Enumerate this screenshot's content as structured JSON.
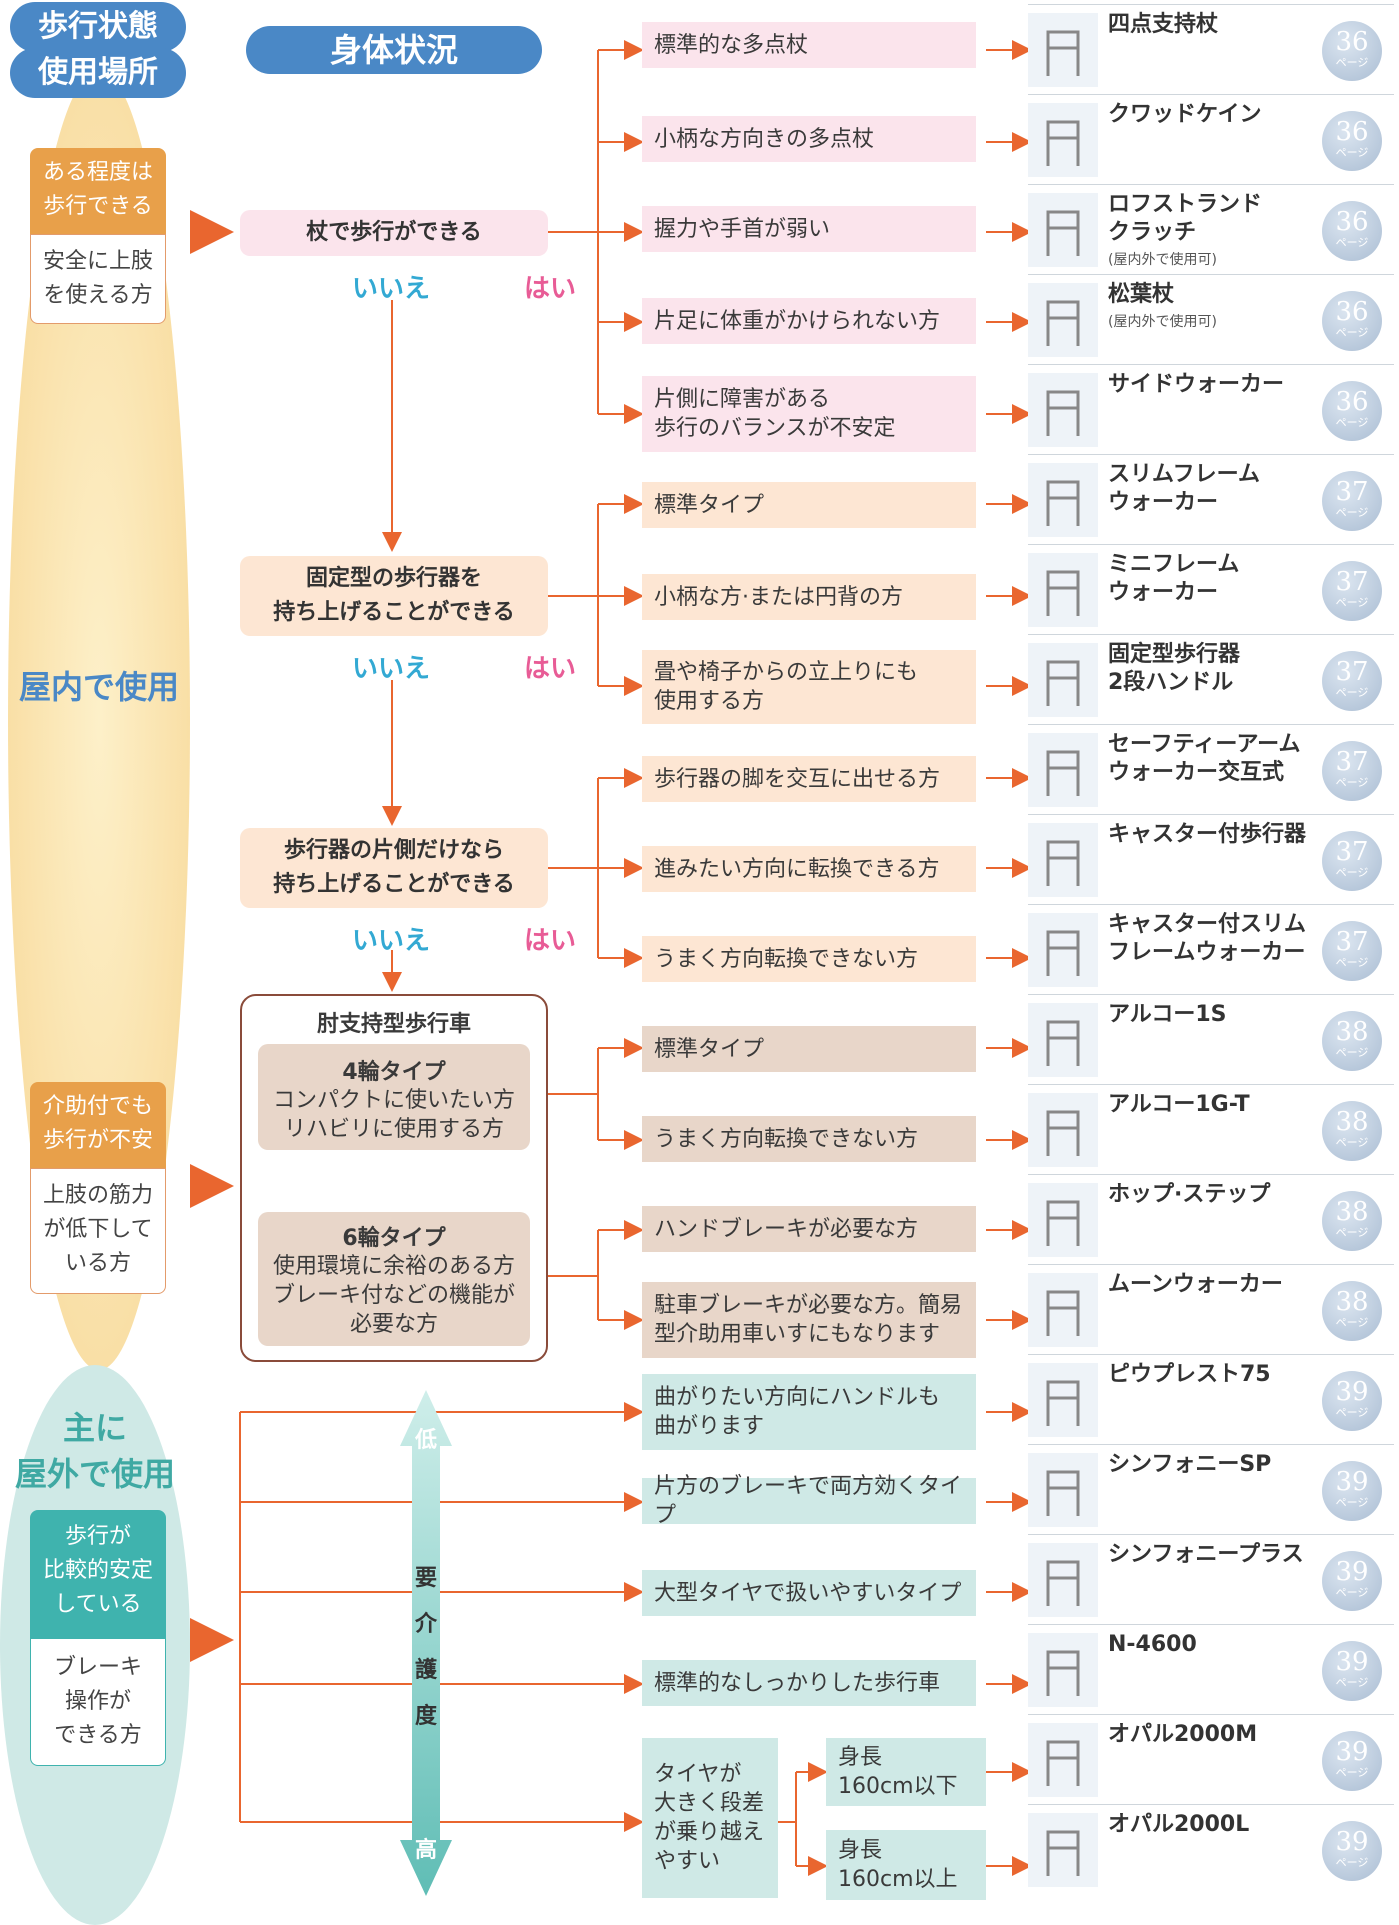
{
  "headers": {
    "walk_state": "歩行状態",
    "use_place": "使用場所",
    "body": "身体状況"
  },
  "zones": {
    "indoor": "屋内で使用",
    "outdoor": "主に\n屋外で使用"
  },
  "left_groups": [
    {
      "tag": "ある程度は\n歩行できる",
      "desc": "安全に上肢\nを使える方",
      "color": "#e8a04a"
    },
    {
      "tag": "介助付でも\n歩行が不安",
      "desc": "上肢の筋力\nが低下して\nいる方",
      "color": "#e8a04a"
    },
    {
      "tag": "歩行が\n比較的安定\nしている",
      "desc": "ブレーキ\n操作が\nできる方",
      "color": "#3fb3ae"
    }
  ],
  "questions": [
    "杖で歩行ができる",
    "固定型の歩行器を\n持ち上げることができる",
    "歩行器の片側だけなら\n持ち上げることができる"
  ],
  "answers": {
    "no": "いいえ",
    "yes": "はい"
  },
  "elbow": {
    "title": "肘支持型歩行車",
    "types": [
      {
        "name": "4輪タイプ",
        "desc": "コンパクトに使いたい方\nリハビリに使用する方"
      },
      {
        "name": "6輪タイプ",
        "desc": "使用環境に余裕のある方\nブレーキ付などの機能が\n必要な方"
      }
    ]
  },
  "care_level": {
    "low": "低",
    "label": "要\n介\n護\n度",
    "high": "高"
  },
  "conditions": [
    "標準的な多点杖",
    "小柄な方向きの多点杖",
    "握力や手首が弱い",
    "片足に体重がかけられない方",
    "片側に障害がある\n歩行のバランスが不安定",
    "標準タイプ",
    "小柄な方·または円背の方",
    "畳や椅子からの立上りにも\n使用する方",
    "歩行器の脚を交互に出せる方",
    "進みたい方向に転換できる方",
    "うまく方向転換できない方",
    "標準タイプ",
    "うまく方向転換できない方",
    "ハンドブレーキが必要な方",
    "駐車ブレーキが必要な方。簡易\n型介助用車いすにもなります",
    "曲がりたい方向にハンドルも\n曲がります",
    "片方のブレーキで両方効くタイプ",
    "大型タイヤで扱いやすいタイプ",
    "標準的なしっかりした歩行車",
    "タイヤが\n大きく段差\nが乗り越え\nやすい"
  ],
  "height_conds": [
    "身長\n160cm以下",
    "身長\n160cm以上"
  ],
  "page_unit": "ページ",
  "products": [
    {
      "name": "四点支持杖",
      "page": "36",
      "note": ""
    },
    {
      "name": "クワッドケイン",
      "page": "36",
      "note": ""
    },
    {
      "name": "ロフストランド\nクラッチ",
      "page": "36",
      "note": "(屋内外で使用可)"
    },
    {
      "name": "松葉杖",
      "page": "36",
      "note": "(屋内外で使用可)"
    },
    {
      "name": "サイドウォーカー",
      "page": "36",
      "note": ""
    },
    {
      "name": "スリムフレーム\nウォーカー",
      "page": "37",
      "note": ""
    },
    {
      "name": "ミニフレーム\nウォーカー",
      "page": "37",
      "note": ""
    },
    {
      "name": "固定型歩行器\n2段ハンドル",
      "page": "37",
      "note": ""
    },
    {
      "name": "セーフティーアーム\nウォーカー交互式",
      "page": "37",
      "note": ""
    },
    {
      "name": "キャスター付歩行器",
      "page": "37",
      "note": ""
    },
    {
      "name": "キャスター付スリム\nフレームウォーカー",
      "page": "37",
      "note": ""
    },
    {
      "name": "アルコー1S",
      "page": "38",
      "note": ""
    },
    {
      "name": "アルコー1G-T",
      "page": "38",
      "note": ""
    },
    {
      "name": "ホップ·ステップ",
      "page": "38",
      "note": ""
    },
    {
      "name": "ムーンウォーカー",
      "page": "38",
      "note": ""
    },
    {
      "name": "ピウプレスト75",
      "page": "39",
      "note": ""
    },
    {
      "name": "シンフォニーSP",
      "page": "39",
      "note": ""
    },
    {
      "name": "シンフォニープラス",
      "page": "39",
      "note": ""
    },
    {
      "name": "N-4600",
      "page": "39",
      "note": ""
    },
    {
      "name": "オパル2000M",
      "page": "39",
      "note": ""
    },
    {
      "name": "オパル2000L",
      "page": "39",
      "note": ""
    }
  ],
  "colors": {
    "arrow": "#e9662f",
    "title": "#4a88c6",
    "indoor": "#fbe8b8",
    "outdoor": "#cfe9e6"
  }
}
